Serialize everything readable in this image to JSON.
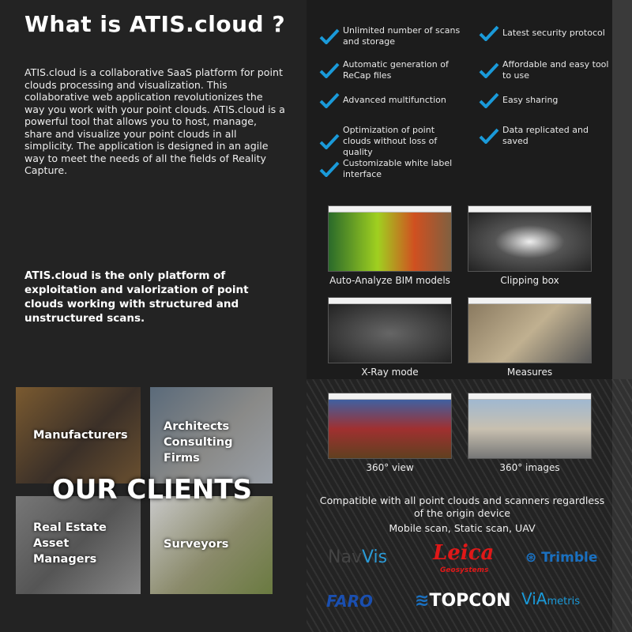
{
  "title": "What is ATIS.cloud ?",
  "intro": "ATIS.cloud is a collaborative SaaS platform for point clouds processing and visualization. This collaborative web application revolutionizes the way you work with your point clouds. ATIS.cloud is a powerful tool that allows you to host, manage, share and visualize your point clouds in all simplicity. The application is designed in an agile way to meet the needs of all the fields of Reality Capture.",
  "highlight": "ATIS.cloud is the only platform of exploitation and valorization of point clouds working with structured and unstructured scans.",
  "clients": {
    "heading": "OUR CLIENTS",
    "tiles": [
      "Manufacturers",
      "Architects Consulting Firms",
      "Real Estate Asset Managers",
      "Surveyors"
    ]
  },
  "features": {
    "left": [
      "Unlimited number of scans and storage",
      "Automatic generation of ReCap files",
      "Advanced multifunction",
      "Optimization of point clouds without loss of quality",
      "Customizable white label interface"
    ],
    "right": [
      "Latest security protocol",
      "Affordable and easy tool to use",
      "Easy sharing",
      "Data replicated and saved"
    ],
    "check_color": "#1a9ad9"
  },
  "screenshots": [
    "Auto-Analyze BIM models",
    "Clipping box",
    "X-Ray mode",
    "Measures",
    "360° view",
    "360° images"
  ],
  "compat": {
    "line1": "Compatible with all point clouds and scanners regardless of the origin device",
    "line2": "Mobile scan, Static scan, UAV"
  },
  "brands": [
    "NavVis",
    "Leica",
    "Geosystems",
    "Trimble",
    "FARO",
    "TOPCON",
    "ViAmetris"
  ]
}
